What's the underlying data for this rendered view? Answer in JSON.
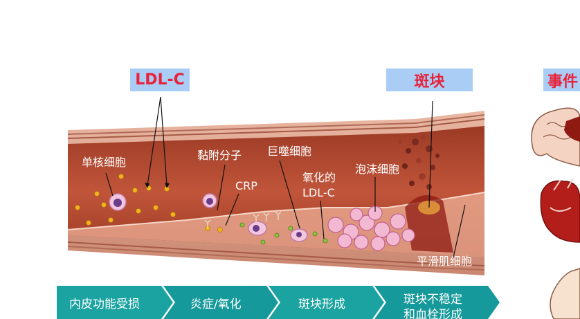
{
  "labels": {
    "ldl_c": "LDL-C",
    "plaque": "斑块",
    "events": "事件"
  },
  "diagram": {
    "monocyte": "单核细胞",
    "adhesion_molecule": "黏附分子",
    "macrophage": "巨噬细胞",
    "oxidized_ldl_line1": "氧化的",
    "oxidized_ldl_line2": "LDL-C",
    "crp": "CRP",
    "foam_cell": "泡沫细胞",
    "smooth_muscle_cell": "平滑肌细胞"
  },
  "stages": [
    {
      "label": "内皮功能受损"
    },
    {
      "label": "炎症/氧化"
    },
    {
      "label": "斑块形成"
    },
    {
      "label_line1": "斑块不稳定",
      "label_line2": "和血栓形成"
    }
  ],
  "colors": {
    "label_red": "#e8223a",
    "label_box": "#a9cdf5",
    "stage_teal": "#1aa3a0",
    "vessel_wall": "#c77a5e",
    "lumen": "#b14a32"
  }
}
